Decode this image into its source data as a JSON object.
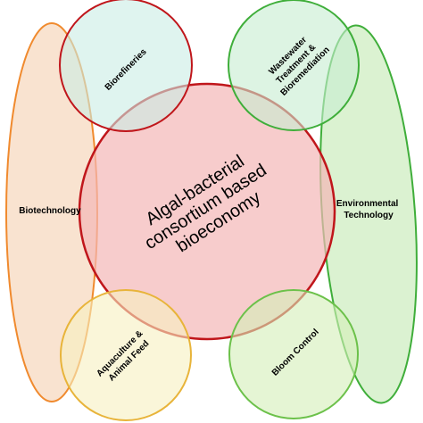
{
  "diagram": {
    "center": {
      "lines": [
        "Algal-bacterial",
        "consortium based",
        "bioeconomy"
      ],
      "fill": "#f4b6b6",
      "stroke": "#c0161b"
    },
    "left_oval": {
      "label": "Biotechnology",
      "fill": "#f7d9c0",
      "stroke": "#f08a2e"
    },
    "right_oval": {
      "lines": [
        "Environmental",
        "Technology"
      ],
      "fill": "#cfeec2",
      "stroke": "#3fae3a"
    },
    "top_left": {
      "label": "Biorefineries",
      "fill": "#c9ece4",
      "stroke": "#c0161b"
    },
    "top_right": {
      "lines": [
        "Wastewater",
        "Treatment &",
        "Bioremediation"
      ],
      "fill": "#c7ecd1",
      "stroke": "#3fae3a"
    },
    "bottom_left": {
      "lines": [
        "Aquaculture &",
        "Animal Feed"
      ],
      "fill": "#f7f0bf",
      "stroke": "#e8b43a"
    },
    "bottom_right": {
      "label": "Bloom Control",
      "fill": "#d4efb8",
      "stroke": "#6cc14a"
    }
  }
}
